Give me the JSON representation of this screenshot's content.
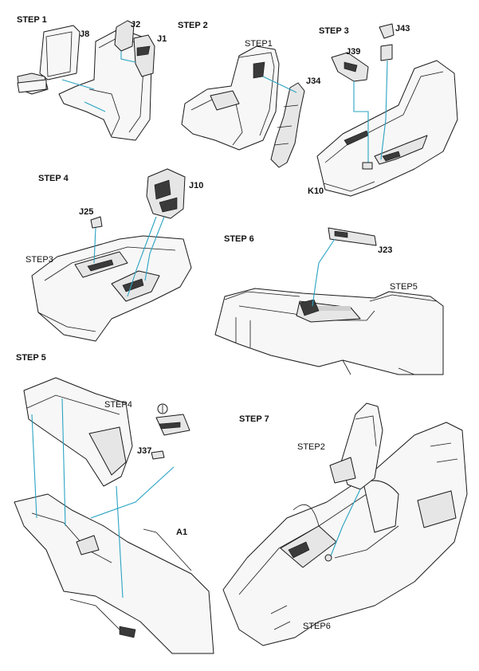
{
  "steps": {
    "step1": "STEP 1",
    "step2": "STEP 2",
    "step3": "STEP 3",
    "step4": "STEP 4",
    "step5": "STEP 5",
    "step6": "STEP 6",
    "step7": "STEP 7"
  },
  "parts": {
    "j8": "J8",
    "j2": "J2",
    "j1": "J1",
    "j34": "J34",
    "j39": "J39",
    "j43": "J43",
    "k10": "K10",
    "j10": "J10",
    "j25": "J25",
    "j23": "J23",
    "j37": "J37",
    "a1": "A1"
  },
  "references": {
    "step2_ref_step1": "STEP1",
    "step4_ref_step3": "STEP3",
    "step6_ref_step5": "STEP5",
    "step5_ref_step4": "STEP4",
    "step7_ref_step2": "STEP2",
    "step7_ref_step6": "STEP6"
  },
  "colors": {
    "guide_line": "#2aa3c2",
    "outline": "#1a1a1a"
  }
}
